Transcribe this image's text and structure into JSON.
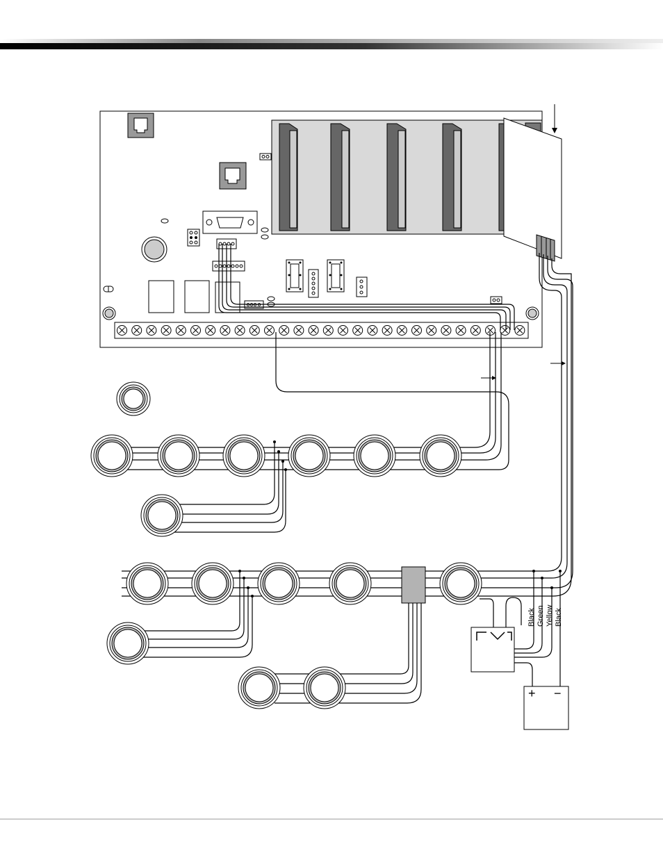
{
  "wire_labels": [
    "Black",
    "Green",
    "Yellow",
    "Black"
  ],
  "battery": {
    "positive": "+",
    "negative": "−"
  },
  "colors": {
    "board_gray": "#d9d9d9",
    "module_gray": "#b3b3b3",
    "keypad_ring": "#bdbdbd",
    "line": "#000000"
  }
}
